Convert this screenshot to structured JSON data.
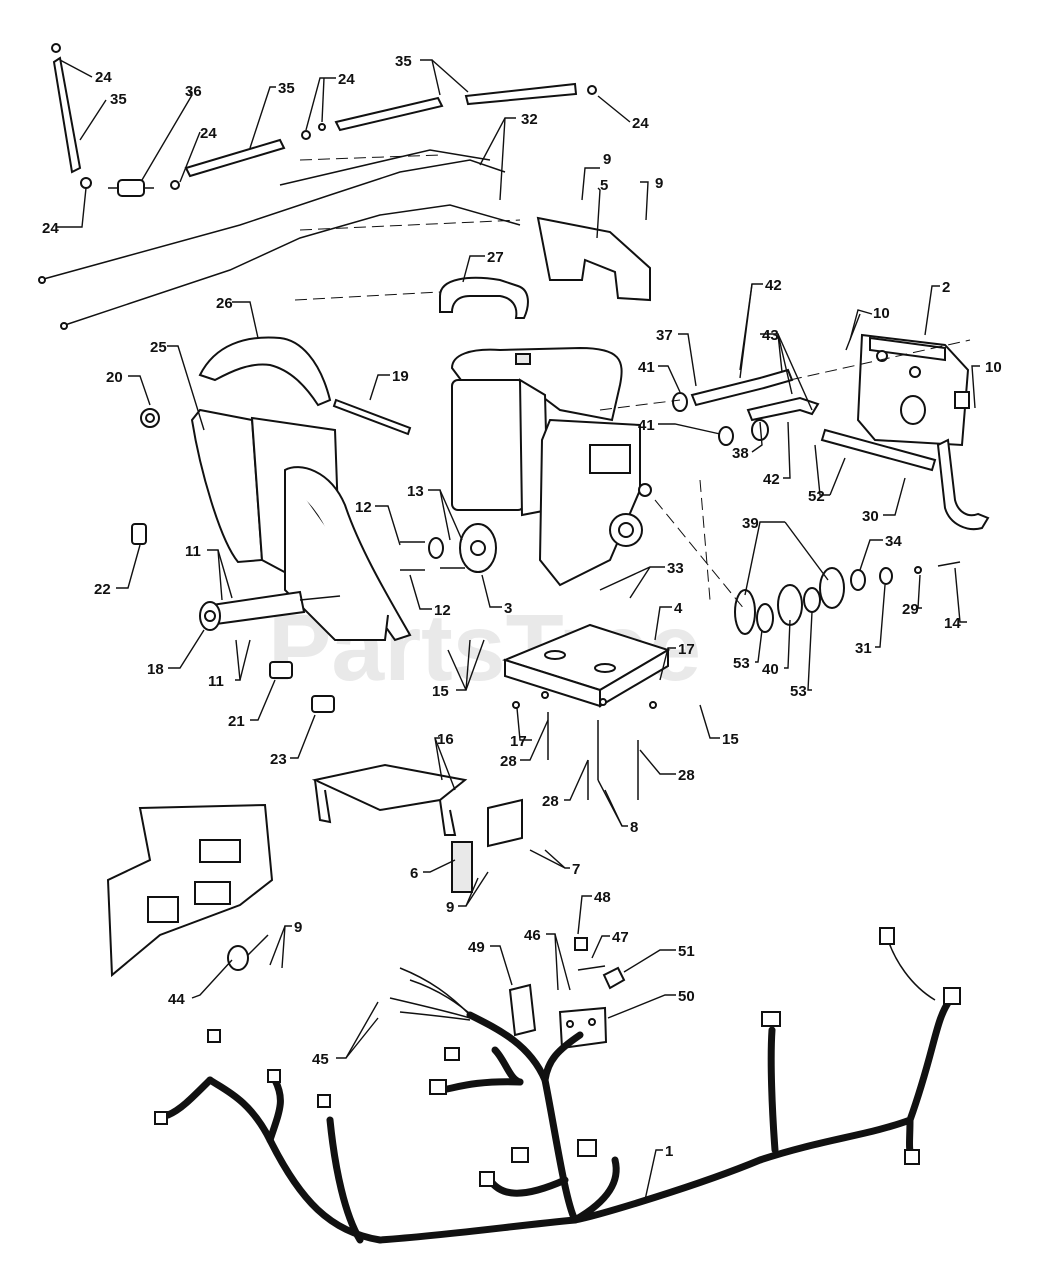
{
  "watermark": "PartsTree",
  "callouts": [
    {
      "text": "24"
    },
    {
      "text": "35"
    },
    {
      "text": "36"
    },
    {
      "text": "24"
    },
    {
      "text": "24"
    },
    {
      "text": "35"
    },
    {
      "text": "24"
    },
    {
      "text": "35"
    },
    {
      "text": "24"
    },
    {
      "text": "32"
    },
    {
      "text": "9"
    },
    {
      "text": "5"
    },
    {
      "text": "9"
    },
    {
      "text": "27"
    },
    {
      "text": "26"
    },
    {
      "text": "25"
    },
    {
      "text": "20"
    },
    {
      "text": "19"
    },
    {
      "text": "42"
    },
    {
      "text": "2"
    },
    {
      "text": "10"
    },
    {
      "text": "43"
    },
    {
      "text": "37"
    },
    {
      "text": "10"
    },
    {
      "text": "41"
    },
    {
      "text": "41"
    },
    {
      "text": "38"
    },
    {
      "text": "42"
    },
    {
      "text": "52"
    },
    {
      "text": "30"
    },
    {
      "text": "13"
    },
    {
      "text": "12"
    },
    {
      "text": "39"
    },
    {
      "text": "34"
    },
    {
      "text": "22"
    },
    {
      "text": "11"
    },
    {
      "text": "12"
    },
    {
      "text": "3"
    },
    {
      "text": "33"
    },
    {
      "text": "4"
    },
    {
      "text": "29"
    },
    {
      "text": "14"
    },
    {
      "text": "31"
    },
    {
      "text": "17"
    },
    {
      "text": "53"
    },
    {
      "text": "40"
    },
    {
      "text": "53"
    },
    {
      "text": "18"
    },
    {
      "text": "11"
    },
    {
      "text": "15"
    },
    {
      "text": "21"
    },
    {
      "text": "17"
    },
    {
      "text": "15"
    },
    {
      "text": "28"
    },
    {
      "text": "23"
    },
    {
      "text": "16"
    },
    {
      "text": "28"
    },
    {
      "text": "28"
    },
    {
      "text": "8"
    },
    {
      "text": "6"
    },
    {
      "text": "7"
    },
    {
      "text": "9"
    },
    {
      "text": "48"
    },
    {
      "text": "9"
    },
    {
      "text": "46"
    },
    {
      "text": "47"
    },
    {
      "text": "49"
    },
    {
      "text": "51"
    },
    {
      "text": "44"
    },
    {
      "text": "50"
    },
    {
      "text": "45"
    },
    {
      "text": "1"
    }
  ]
}
